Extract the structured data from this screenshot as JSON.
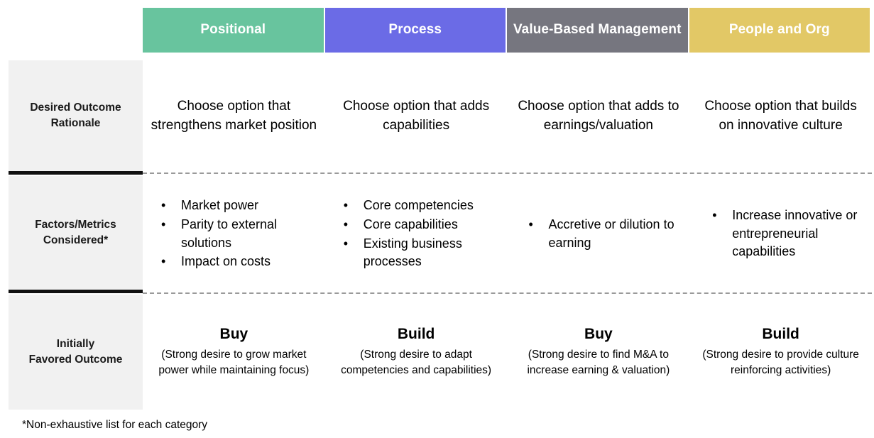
{
  "columns": [
    {
      "label": "Positional",
      "color": "#68C49E"
    },
    {
      "label": "Process",
      "color": "#6B6BE6"
    },
    {
      "label": "Value-Based Management",
      "color": "#76767F"
    },
    {
      "label": "People and Org",
      "color": "#E2C866"
    }
  ],
  "rows": {
    "desired_outcome": {
      "label": "Desired Outcome\nRationale",
      "cells": [
        "Choose option that strengthens market position",
        "Choose option that adds capabilities",
        "Choose option that adds to earnings/valuation",
        "Choose option that builds on innovative culture"
      ]
    },
    "factors_metrics": {
      "label": "Factors/Metrics Considered*",
      "bullet_glyph": "•",
      "cells": [
        [
          "Market power",
          "Parity to external solutions",
          "Impact on costs"
        ],
        [
          "Core competencies",
          "Core capabilities",
          "Existing business processes"
        ],
        [
          "Accretive or dilution to earning"
        ],
        [
          "Increase innovative or entrepreneurial capabilities"
        ]
      ]
    },
    "initially_favored": {
      "label": "Initially\nFavored Outcome",
      "cells": [
        {
          "title": "Buy",
          "detail": "(Strong desire to grow market power while maintaining focus)"
        },
        {
          "title": "Build",
          "detail": "(Strong desire to adapt competencies and capabilities)"
        },
        {
          "title": "Buy",
          "detail": "(Strong desire to find M&A to increase earning & valuation)"
        },
        {
          "title": "Build",
          "detail": "(Strong desire to provide culture reinforcing activities)"
        }
      ]
    }
  },
  "footnote": "*Non-exhaustive list for each category"
}
